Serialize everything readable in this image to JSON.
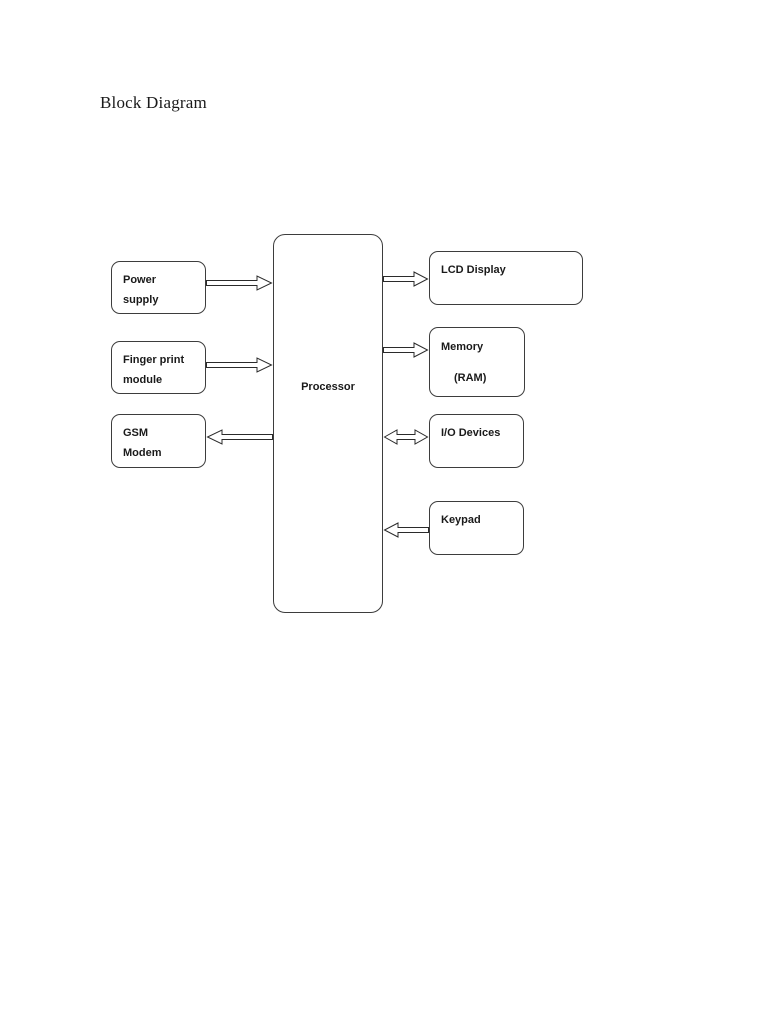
{
  "page": {
    "title": "Block Diagram"
  },
  "diagram": {
    "nodes": {
      "power_supply": {
        "label": "Power\nsupply"
      },
      "finger_print": {
        "label": "Finger print\nmodule"
      },
      "gsm_modem": {
        "label": "GSM\nModem"
      },
      "processor": {
        "label": "Processor"
      },
      "lcd_display": {
        "label": "LCD Display"
      },
      "memory": {
        "line1": "Memory",
        "line2": "(RAM)"
      },
      "io_devices": {
        "label": "I/O  Devices"
      },
      "keypad": {
        "label": "Keypad"
      }
    },
    "connections": [
      {
        "from": "power_supply",
        "to": "processor",
        "direction": "right"
      },
      {
        "from": "finger_print",
        "to": "processor",
        "direction": "right"
      },
      {
        "from": "processor",
        "to": "gsm_modem",
        "direction": "left"
      },
      {
        "from": "processor",
        "to": "lcd_display",
        "direction": "right"
      },
      {
        "from": "processor",
        "to": "memory",
        "direction": "right"
      },
      {
        "from": "processor",
        "to": "io_devices",
        "direction": "both"
      },
      {
        "from": "keypad",
        "to": "processor",
        "direction": "left"
      }
    ],
    "colors": {
      "box_border": "#3d3d3d",
      "box_fill": "#ffffff",
      "text": "#1a1a1a"
    }
  }
}
